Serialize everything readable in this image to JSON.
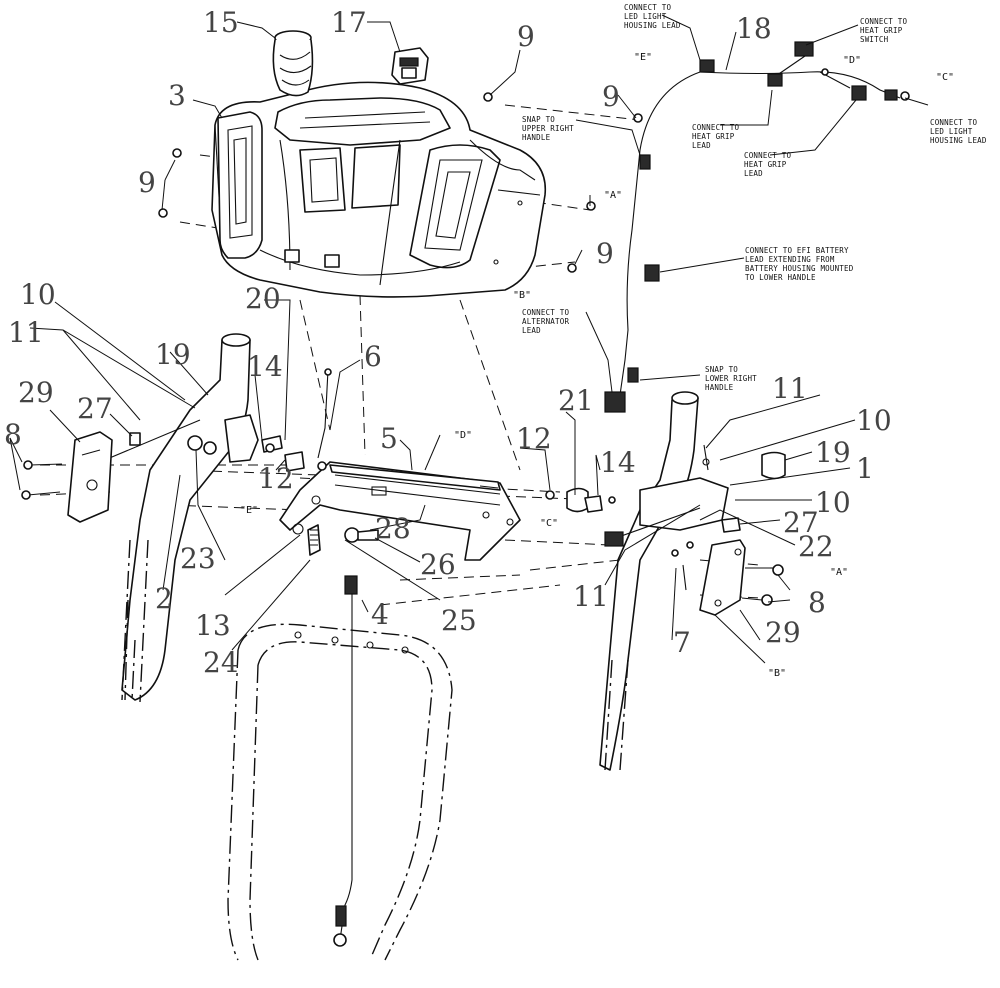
{
  "callouts": {
    "n1": "1",
    "n2": "2",
    "n3": "3",
    "n4": "4",
    "n5": "5",
    "n6": "6",
    "n7": "7",
    "n8a": "8",
    "n8b": "8",
    "n9a": "9",
    "n9b": "9",
    "n9c": "9",
    "n9d": "9",
    "n10a": "10",
    "n10b": "10",
    "n10c": "10",
    "n11a": "11",
    "n11b": "11",
    "n11c": "11",
    "n12a": "12",
    "n12b": "12",
    "n13": "13",
    "n14a": "14",
    "n14b": "14",
    "n15": "15",
    "n17": "17",
    "n18": "18",
    "n19a": "19",
    "n19b": "19",
    "n20": "20",
    "n21": "21",
    "n22": "22",
    "n23": "23",
    "n24": "24",
    "n25": "25",
    "n26": "26",
    "n27a": "27",
    "n27b": "27",
    "n28": "28",
    "n29a": "29",
    "n29b": "29"
  },
  "refs": {
    "A1": "\"A\"",
    "A2": "\"A\"",
    "B1": "\"B\"",
    "B2": "\"B\"",
    "C1": "\"C\"",
    "C2": "\"C\"",
    "D1": "\"D\"",
    "D2": "\"D\"",
    "E1": "\"E\"",
    "E2": "\"E\""
  },
  "notes": {
    "led_housing_top": [
      "CONNECT TO",
      "LED LIGHT",
      "HOUSING LEAD"
    ],
    "heat_grip_switch": [
      "CONNECT TO",
      "HEAT GRIP",
      "SWITCH"
    ],
    "led_housing_right": [
      "CONNECT TO",
      "LED LIGHT",
      "HOUSING LEAD"
    ],
    "upper_handle": [
      "SNAP TO",
      "UPPER RIGHT",
      "HANDLE"
    ],
    "heat_grip_lead_1": [
      "CONNECT TO",
      "HEAT GRIP",
      "LEAD"
    ],
    "heat_grip_lead_2": [
      "CONNECT TO",
      "HEAT GRIP",
      "LEAD"
    ],
    "efi_battery": [
      "CONNECT TO EFI BATTERY",
      "LEAD EXTENDING FROM",
      "BATTERY HOUSING MOUNTED",
      "TO LOWER HANDLE"
    ],
    "alternator": [
      "CONNECT TO",
      "ALTERNATOR",
      "LEAD"
    ],
    "lower_handle": [
      "SNAP TO",
      "LOWER RIGHT",
      "HANDLE"
    ]
  }
}
